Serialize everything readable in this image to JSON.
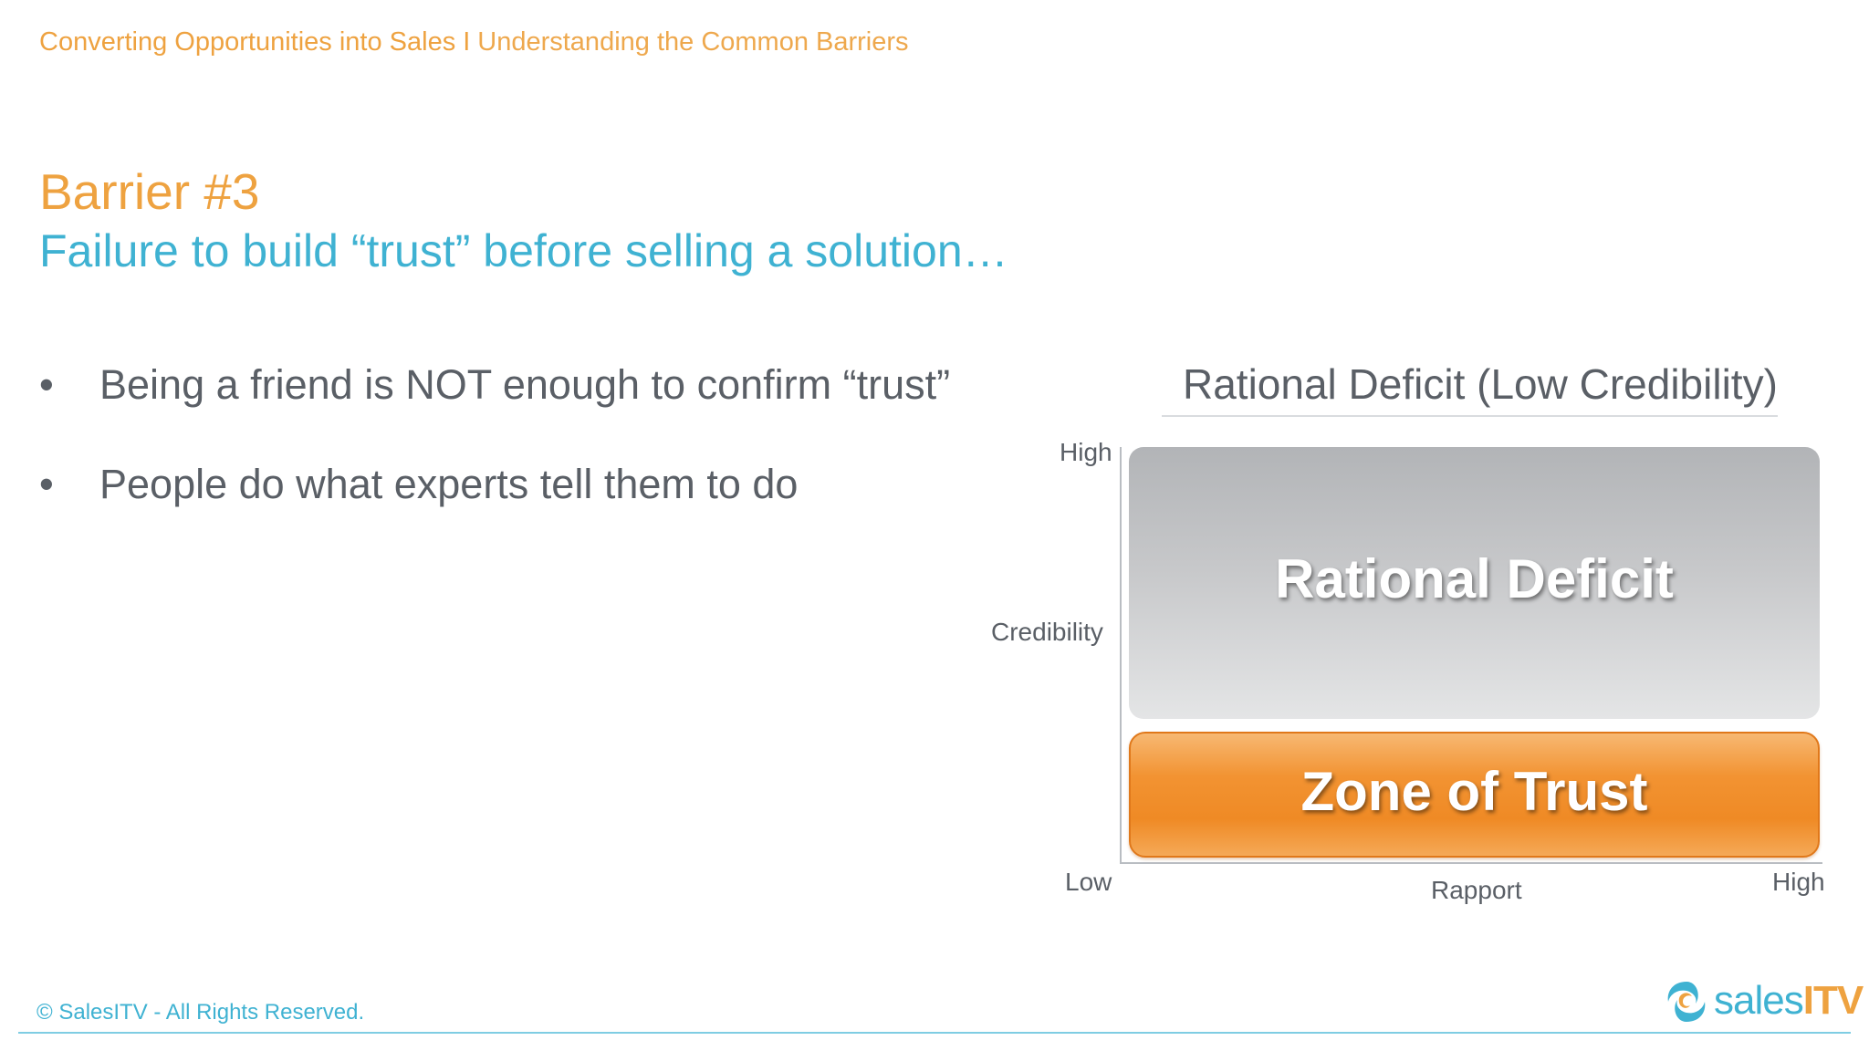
{
  "header": {
    "title": "Converting Opportunities into Sales",
    "separator": "I",
    "subtitle": "Understanding the Common Barriers"
  },
  "slide": {
    "title": "Barrier #3",
    "subtitle": "Failure to build “trust” before selling a solution…",
    "bullets": [
      "Being a friend is NOT enough to confirm “trust”",
      "People do what experts tell them to do"
    ],
    "bullet_glyph": "•"
  },
  "diagram": {
    "title": "Rational Deficit (Low Credibility)",
    "y_axis": {
      "title": "Credibility",
      "high": "High",
      "low": "Low"
    },
    "x_axis": {
      "title": "Rapport",
      "high": "High"
    },
    "zones": [
      {
        "label": "Rational Deficit",
        "color": "#c0c1c3"
      },
      {
        "label": "Zone of Trust",
        "color": "#f08c28"
      }
    ]
  },
  "footer": {
    "copyright": "© SalesITV  - All Rights Reserved.",
    "logo": {
      "text_main": "sales",
      "text_accent": "ITV",
      "icon": "swirl-logo-icon"
    }
  },
  "colors": {
    "accent_orange": "#eea240",
    "accent_blue": "#3fb2d2",
    "body_text": "#5a5f66"
  }
}
